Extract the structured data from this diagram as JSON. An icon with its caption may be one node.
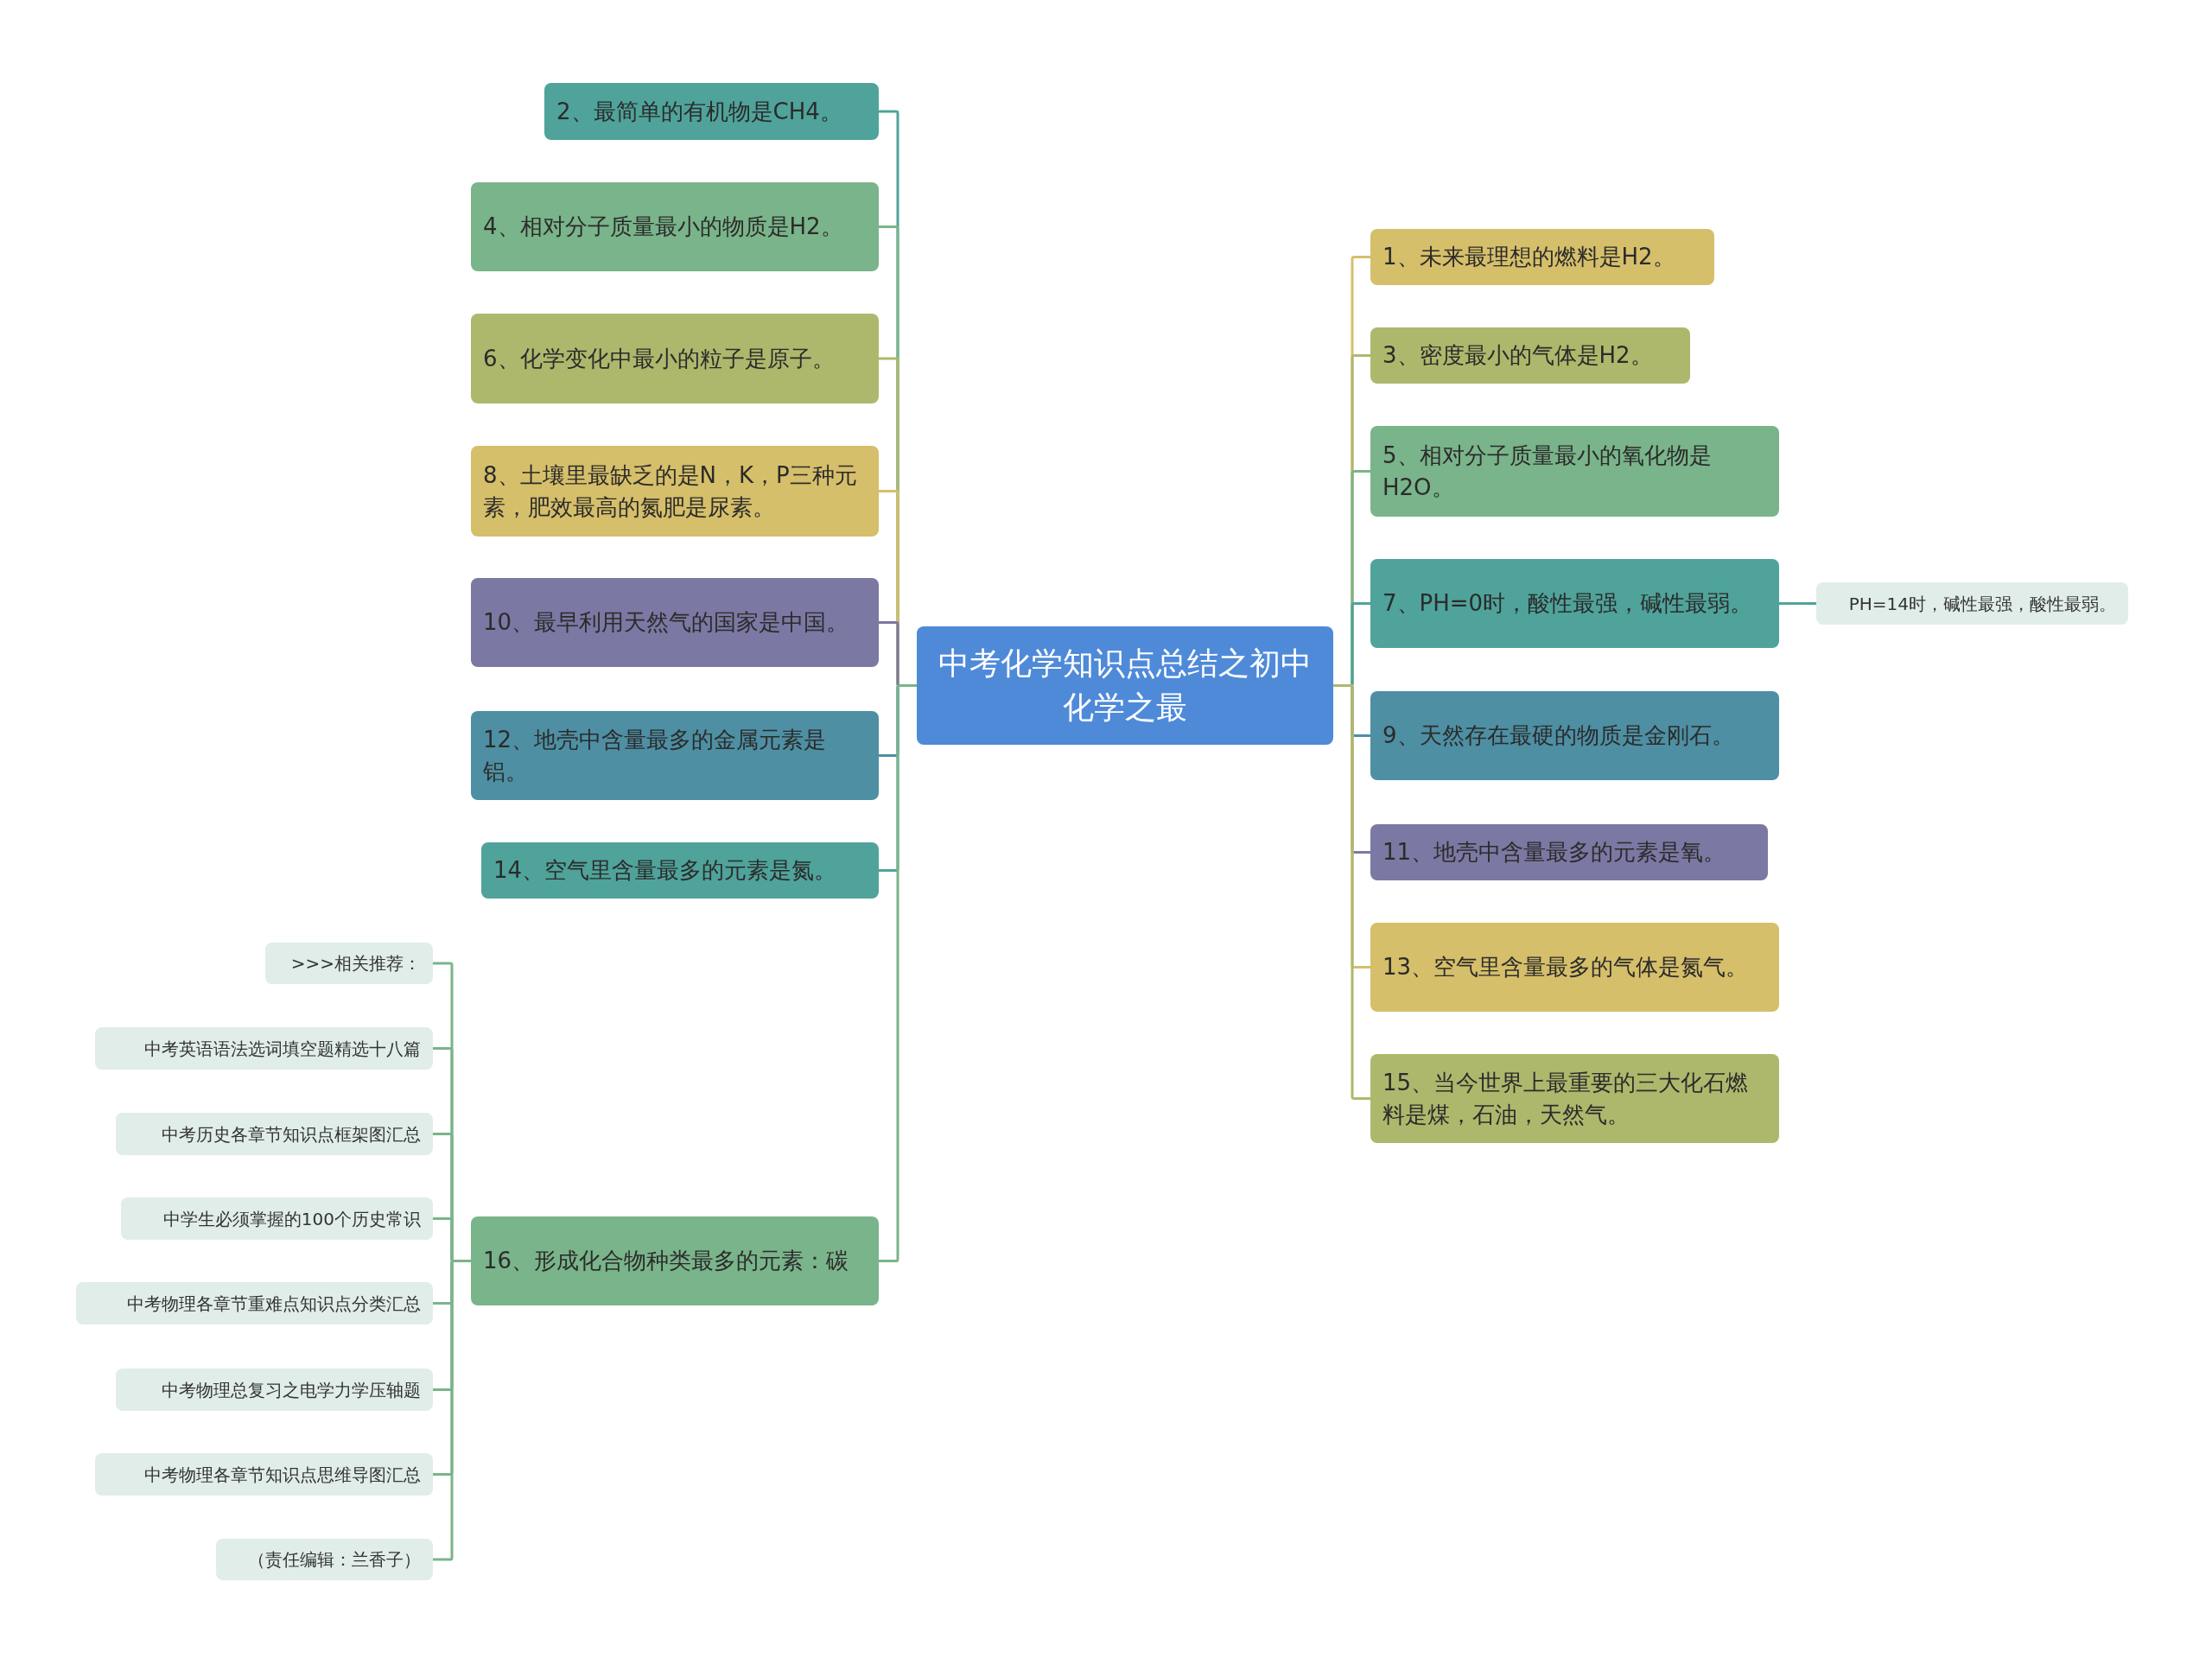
{
  "diagram": {
    "nodes": [
      {
        "text": [
          "中考化学知识点总结之初中化学之最"
        ]
      },
      {
        "text": [
          "2、最简单的有机物是CH4。"
        ]
      },
      {
        "text": [
          "4、相对分子质量最小的物质是H2。"
        ]
      },
      {
        "text": [
          "6、化学变化中最小的粒子是原子。"
        ]
      },
      {
        "text": [
          "8、土壤里最缺乏的是N，K，P三种元素，肥效最高的氮肥是尿素。"
        ]
      },
      {
        "text": [
          "10、最早利用天然气的国家是中国。"
        ]
      },
      {
        "text": [
          "12、地壳中含量最多的金属元素是铝。"
        ]
      },
      {
        "text": [
          "14、空气里含量最多的元素是氮。"
        ]
      },
      {
        "text": [
          "16、形成化合物种类最多的元素：碳"
        ]
      },
      {
        "text": [
          "1、未来最理想的燃料是H2。"
        ]
      },
      {
        "text": [
          "3、密度最小的气体是H2。"
        ]
      },
      {
        "text": [
          "5、相对分子质量最小的氧化物是H2O。"
        ]
      },
      {
        "text": [
          "7、PH=0时，酸性最强，碱性最弱。"
        ]
      },
      {
        "text": [
          "PH=14时，碱性最强，酸性最弱。"
        ]
      },
      {
        "text": [
          "9、天然存在最硬的物质是金刚石。"
        ]
      },
      {
        "text": [
          "11、地壳中含量最多的元素是氧。"
        ]
      },
      {
        "text": [
          "13、空气里含量最多的气体是氮气。"
        ]
      },
      {
        "text": [
          "15、当今世界上最重要的三大化石燃料是煤，石油，天然气。"
        ]
      },
      {
        "text": [
          ">>>相关推荐："
        ]
      },
      {
        "text": [
          "中考英语语法选词填空题精选十八篇"
        ]
      },
      {
        "text": [
          "中考历史各章节知识点框架图汇总"
        ]
      },
      {
        "text": [
          "中学生必须掌握的100个历史常识"
        ]
      },
      {
        "text": [
          "中考物理各章节重难点知识点分类汇总"
        ]
      },
      {
        "text": [
          "中考物理总复习之电学力学压轴题"
        ]
      },
      {
        "text": [
          "中考物理各章节知识点思维导图汇总"
        ]
      },
      {
        "text": [
          "（责任编辑：兰香子）"
        ]
      }
    ],
    "edges": [
      {
        "from": 0,
        "to": 1,
        "arrow": "none",
        "color": "#4fa39a"
      },
      {
        "from": 0,
        "to": 2,
        "arrow": "none",
        "color": "#7ab48a"
      },
      {
        "from": 0,
        "to": 3,
        "arrow": "none",
        "color": "#aeb86c"
      },
      {
        "from": 0,
        "to": 4,
        "arrow": "none",
        "color": "#d6bf6a"
      },
      {
        "from": 0,
        "to": 5,
        "arrow": "none",
        "color": "#7b78a3"
      },
      {
        "from": 0,
        "to": 6,
        "arrow": "none",
        "color": "#4e8fa3"
      },
      {
        "from": 0,
        "to": 7,
        "arrow": "none",
        "color": "#4fa39a"
      },
      {
        "from": 0,
        "to": 8,
        "arrow": "none",
        "color": "#7ab48a"
      },
      {
        "from": 0,
        "to": 9,
        "arrow": "none",
        "color": "#d6bf6a"
      },
      {
        "from": 0,
        "to": 10,
        "arrow": "none",
        "color": "#aeb86c"
      },
      {
        "from": 0,
        "to": 11,
        "arrow": "none",
        "color": "#7ab48a"
      },
      {
        "from": 0,
        "to": 12,
        "arrow": "none",
        "color": "#4fa39a"
      },
      {
        "from": 12,
        "to": 13,
        "arrow": "none",
        "color": "#4fa39a"
      },
      {
        "from": 0,
        "to": 14,
        "arrow": "none",
        "color": "#4e8fa3"
      },
      {
        "from": 0,
        "to": 15,
        "arrow": "none",
        "color": "#7b78a3"
      },
      {
        "from": 0,
        "to": 16,
        "arrow": "none",
        "color": "#d6bf6a"
      },
      {
        "from": 0,
        "to": 17,
        "arrow": "none",
        "color": "#aeb86c"
      },
      {
        "from": 8,
        "to": 18,
        "arrow": "none",
        "color": "#7ab48a"
      },
      {
        "from": 8,
        "to": 19,
        "arrow": "none",
        "color": "#7ab48a"
      },
      {
        "from": 8,
        "to": 20,
        "arrow": "none",
        "color": "#7ab48a"
      },
      {
        "from": 8,
        "to": 21,
        "arrow": "none",
        "color": "#7ab48a"
      },
      {
        "from": 8,
        "to": 22,
        "arrow": "none",
        "color": "#7ab48a"
      },
      {
        "from": 8,
        "to": 23,
        "arrow": "none",
        "color": "#7ab48a"
      },
      {
        "from": 8,
        "to": 24,
        "arrow": "none",
        "color": "#7ab48a"
      },
      {
        "from": 8,
        "to": 25,
        "arrow": "none",
        "color": "#7ab48a"
      }
    ]
  }
}
